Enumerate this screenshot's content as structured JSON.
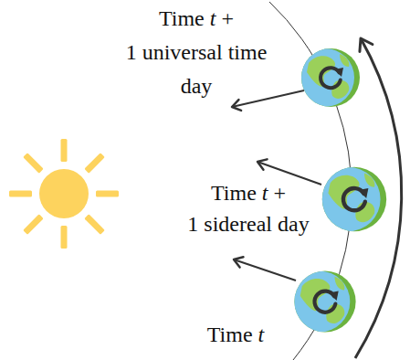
{
  "diagram": {
    "labels": [
      "Time t + 1 universal time day",
      "Time t + 1 sidereal day",
      "Time t"
    ]
  }
}
